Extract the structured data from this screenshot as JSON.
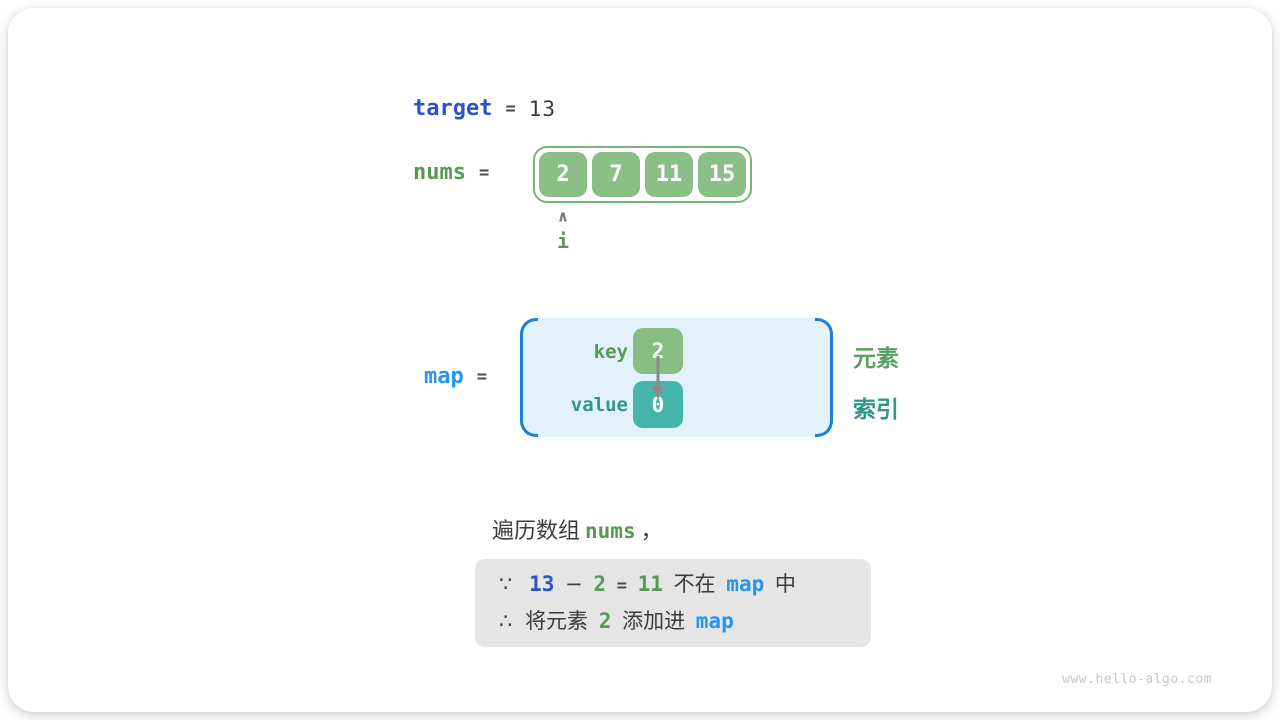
{
  "palette": {
    "royal_blue": "#2d52c8",
    "bright_blue": "#2196f3",
    "bracket_blue": "#1d7fd7",
    "green_text": "#569a52",
    "teal_text": "#2f968c",
    "cell_green": "#8abf85",
    "cell_teal": "#45b4aa",
    "map_bg": "#e3f1fb",
    "conclusion_bg": "#e5e5e5",
    "dark_text": "#3b3b3b"
  },
  "target_row": {
    "name": "target",
    "equals": "=",
    "value": "13"
  },
  "nums_row": {
    "name": "nums",
    "equals": "=",
    "cells": [
      "2",
      "7",
      "11",
      "15"
    ],
    "pointer_symbol": "∧",
    "pointer_label": "i"
  },
  "map_row": {
    "name": "map",
    "equals": "=",
    "key_label": "key",
    "key_value": "2",
    "value_label": "value",
    "value_value": "0",
    "element_label": "元素",
    "index_label": "索引"
  },
  "caption": {
    "prefix": "遍历数组",
    "code": "nums",
    "suffix": "，"
  },
  "conclusion": {
    "line1": {
      "because": "∵",
      "minuend": "13",
      "minus": "−",
      "subtrahend": "2",
      "equals": "=",
      "difference": "11",
      "not_in": "不在",
      "map": "map",
      "suffix": "中"
    },
    "line2": {
      "therefore": "∴",
      "prefix": "将元素",
      "element": "2",
      "action": "添加进",
      "map": "map"
    }
  },
  "watermark": "www.hello-algo.com"
}
